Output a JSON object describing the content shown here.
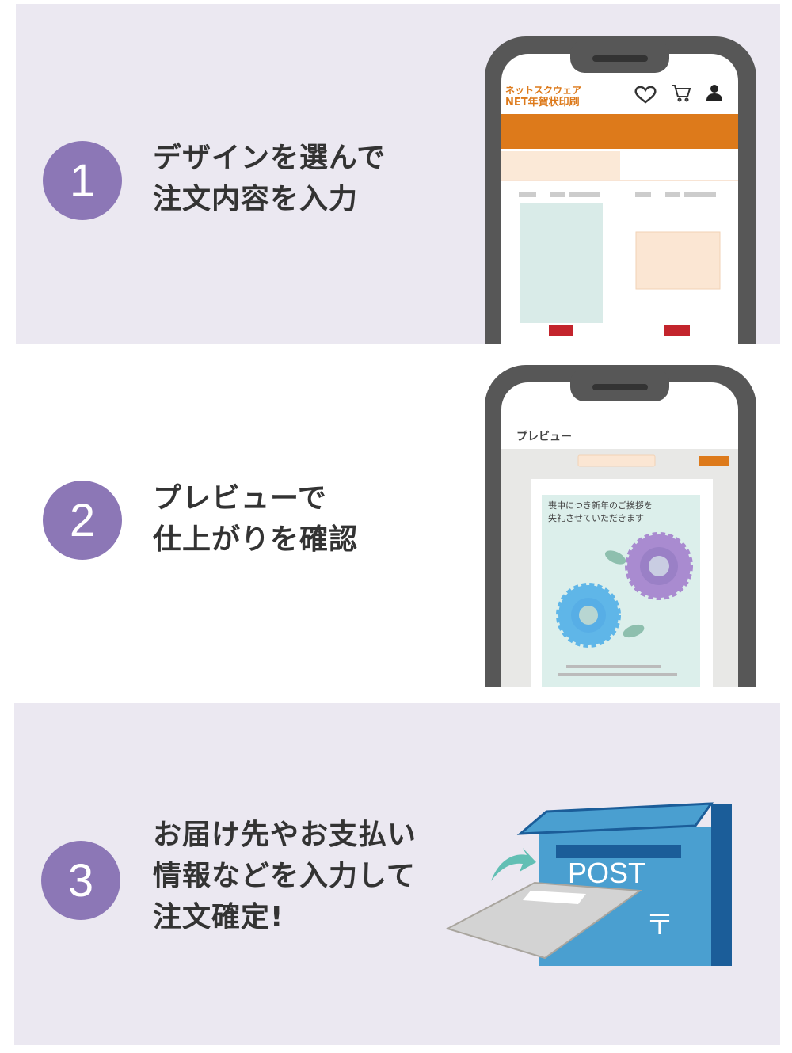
{
  "steps": [
    {
      "number": "1",
      "lines": [
        "デザインを選んで",
        "注文内容を入力"
      ]
    },
    {
      "number": "2",
      "lines": [
        "プレビューで",
        "仕上がりを確認"
      ]
    },
    {
      "number": "3",
      "lines": [
        "お届け先やお支払い",
        "情報などを入力して",
        "注文確定!"
      ]
    }
  ],
  "phone1": {
    "logo_top": "ネットスクウェア",
    "logo_bottom": "NET年賀状印刷",
    "icons": [
      "heart-icon",
      "cart-icon",
      "user-icon"
    ]
  },
  "phone2": {
    "title": "プレビュー",
    "card_line1": "喪中につき新年のご挨拶を",
    "card_line2": "失礼させていただきます"
  },
  "postbox": {
    "label": "POST",
    "mark": "〒"
  },
  "colors": {
    "accent": "#8c77b6",
    "orange": "#dd7a1b",
    "panel": "#ebe8f1",
    "post": "#4a9fd0"
  }
}
